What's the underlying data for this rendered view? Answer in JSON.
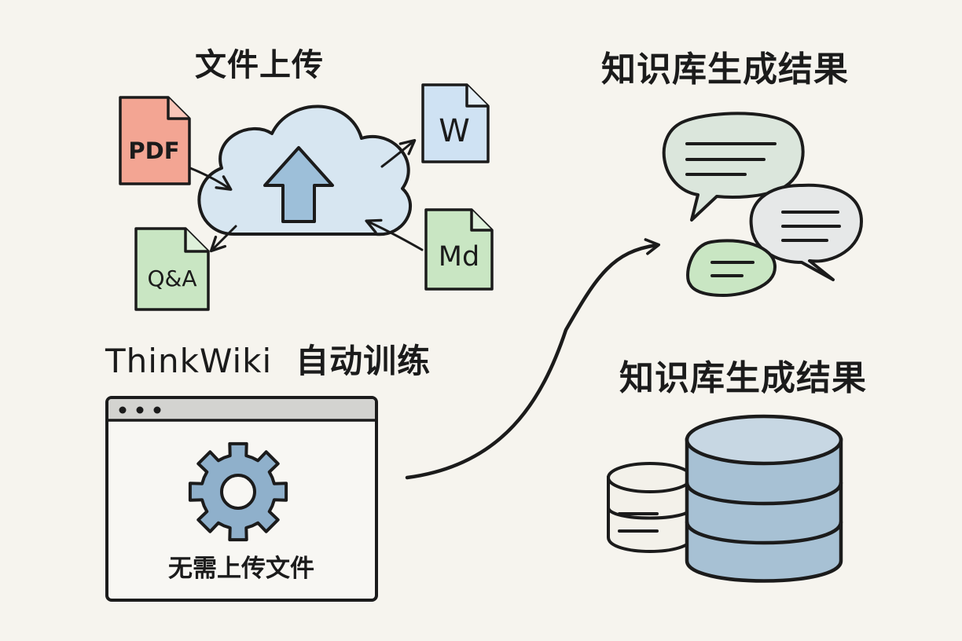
{
  "sections": {
    "upload": {
      "title": "文件上传",
      "files": {
        "pdf": "PDF",
        "word": "W",
        "markdown": "Md",
        "qa": "Q&A"
      }
    },
    "training": {
      "brand": "ThinkWiki",
      "title": "自动训练",
      "window_caption": "无需上传文件"
    },
    "result_chat": {
      "title": "知识库生成结果"
    },
    "result_db": {
      "title": "知识库生成结果"
    }
  },
  "colors": {
    "background": "#f6f4ee",
    "cloud": "#d7e6f1",
    "arrow_blue": "#9dbfd9",
    "pdf": "#f3a593",
    "word": "#cfe2f3",
    "green": "#c9e6c3",
    "bubble_green": "#dbe6dc",
    "bubble_gray": "#e6e8e8",
    "db_blue": "#a7c1d4",
    "gear": "#8fb0cb",
    "stroke": "#1b1b1b"
  },
  "icons": [
    "cloud-upload-icon",
    "pdf-file-icon",
    "word-file-icon",
    "markdown-file-icon",
    "qa-file-icon",
    "gear-icon",
    "chat-bubbles-icon",
    "database-icon"
  ]
}
